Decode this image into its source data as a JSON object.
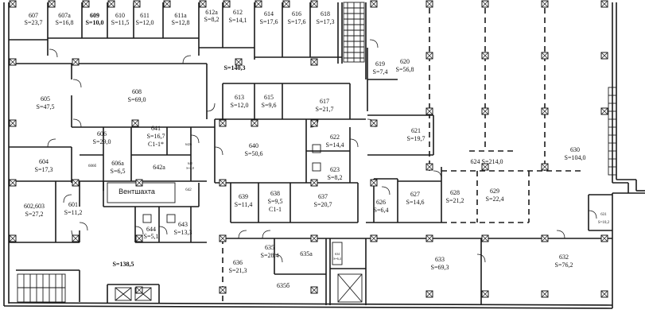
{
  "rooms": [
    {
      "id": "r607",
      "num": "607",
      "area": "S=23,7"
    },
    {
      "id": "r607a",
      "num": "607а",
      "area": "S=16,8"
    },
    {
      "id": "r609",
      "num": "609",
      "area": "S=10,0",
      "bold": true
    },
    {
      "id": "r610",
      "num": "610",
      "area": "S=11,5"
    },
    {
      "id": "r611",
      "num": "611",
      "area": "S=12,0"
    },
    {
      "id": "r611a",
      "num": "611a",
      "area": "S=12,8"
    },
    {
      "id": "r612a",
      "num": "612a",
      "area": "S=8,2"
    },
    {
      "id": "r612",
      "num": "612",
      "area": "S=14,1"
    },
    {
      "id": "r614",
      "num": "614",
      "area": "S=17,6"
    },
    {
      "id": "r616",
      "num": "616",
      "area": "S=17,6"
    },
    {
      "id": "r618",
      "num": "618",
      "area": "S=17,3"
    },
    {
      "id": "r619",
      "num": "619",
      "area": "S=7,4"
    },
    {
      "id": "r620",
      "num": "620",
      "area": "S=56,8"
    },
    {
      "id": "r605",
      "num": "605",
      "area": "S=47,5"
    },
    {
      "id": "r608",
      "num": "608",
      "area": "S=69,0"
    },
    {
      "id": "r613",
      "num": "613",
      "area": "S=12,0"
    },
    {
      "id": "r615",
      "num": "615",
      "area": "S=9,6"
    },
    {
      "id": "r617",
      "num": "617",
      "area": "S=21,7"
    },
    {
      "id": "r606",
      "num": "606",
      "area": "S=29,0"
    },
    {
      "id": "r641",
      "num": "641",
      "area": "S=16,7",
      "extra": "С1-1*"
    },
    {
      "id": "r640",
      "num": "640",
      "area": "S=50,6"
    },
    {
      "id": "r622",
      "num": "622",
      "area": "S=14,4"
    },
    {
      "id": "r623",
      "num": "623",
      "area": "S=8,2"
    },
    {
      "id": "r621",
      "num": "621",
      "area": "S=19,7"
    },
    {
      "id": "r604",
      "num": "604",
      "area": "S=17,3"
    },
    {
      "id": "r606a",
      "num": "606а",
      "area": "S=6,5"
    },
    {
      "id": "r642a",
      "num": "642а",
      "area": ""
    },
    {
      "id": "r624",
      "num": "624",
      "area": "S=214,0",
      "inline": true
    },
    {
      "id": "r630",
      "num": "630",
      "area": "S=104,0"
    },
    {
      "id": "r639",
      "num": "639",
      "area": "S=11,4"
    },
    {
      "id": "r638",
      "num": "638",
      "area": "S=9,5",
      "extra": "С1-1"
    },
    {
      "id": "r637",
      "num": "637",
      "area": "S=20,7"
    },
    {
      "id": "r626",
      "num": "626",
      "area": "S=6,4"
    },
    {
      "id": "r627",
      "num": "627",
      "area": "S=14,6"
    },
    {
      "id": "r628",
      "num": "628",
      "area": "S=21,2"
    },
    {
      "id": "r629",
      "num": "629",
      "area": "S=22,4"
    },
    {
      "id": "r602",
      "num": "602,603",
      "area": "S=27,2"
    },
    {
      "id": "r601",
      "num": "601",
      "area": "S=11,2"
    },
    {
      "id": "r644",
      "num": "644",
      "area": "S=5,1"
    },
    {
      "id": "r643",
      "num": "643",
      "area": "S=13,3"
    },
    {
      "id": "r631",
      "num": "631",
      "area": "S=10,2"
    },
    {
      "id": "r636",
      "num": "636",
      "area": "S=21,3"
    },
    {
      "id": "r635",
      "num": "635",
      "area": "S=28,4"
    },
    {
      "id": "r635a",
      "num": "635а",
      "area": ""
    },
    {
      "id": "r633",
      "num": "633",
      "area": "S=69,3"
    },
    {
      "id": "r632",
      "num": "632",
      "area": "S=76,2"
    },
    {
      "id": "r635b",
      "num": "635б",
      "area": ""
    }
  ],
  "small_labels": {
    "r606b": "606б",
    "r642": "642",
    "r640_small": "640",
    "r640_small_area": "S=2,8",
    "r642_stair": "642б",
    "r634": "634",
    "r634_area": "S=6,4"
  },
  "corridors": {
    "upper": "S=140,3",
    "lower": "S=138,5"
  },
  "labels": {
    "ventshaft": "Вентшахта"
  }
}
